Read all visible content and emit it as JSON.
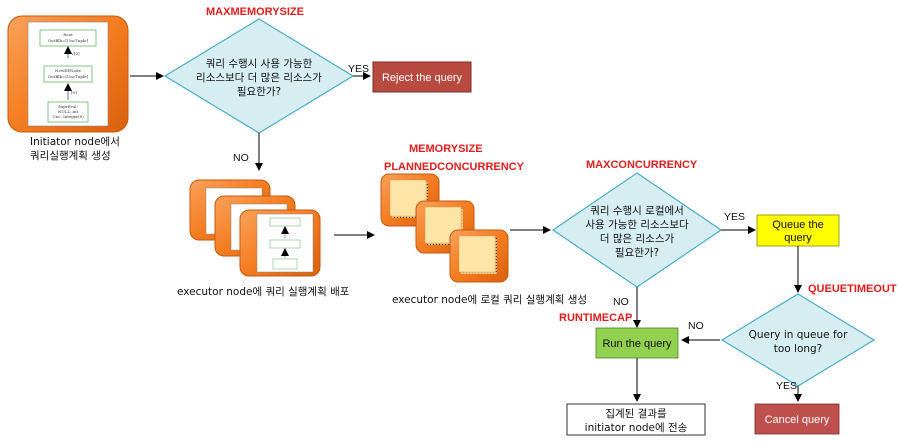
{
  "params": {
    "maxmemorysize": "MAXMEMORYSIZE",
    "memorysize": "MEMORYSIZE",
    "plannedconcurrency": "PLANNEDCONCURRENCY",
    "maxconcurrency": "MAXCONCURRENCY",
    "queuetimeout": "QUEUETIMEOUT",
    "runtimecap": "RUNTIMECAP"
  },
  "initiator": {
    "caption_line1": "Initiator node에서",
    "caption_line2": "쿼리실행계획 생성",
    "plan": {
      "root": "Root",
      "root_sub": "OutBlk=[UncTuple]",
      "v1": "V[0]",
      "newee": "NewEENode",
      "newee_sub": "OutBlk=[UncTuple]",
      "v2": "[0]",
      "expr": "ExprEval:",
      "expr_sub1": "NULL::int",
      "expr_sub2": "Unc: Integer(8)"
    }
  },
  "decision1": {
    "line1": "쿼리 수행시 사용 가능한",
    "line2": "리소스보다 더 많은 리소스가",
    "line3": "필요한가?"
  },
  "reject": {
    "label": "Reject the query"
  },
  "distribute_caption": "executor node에 쿼리 실행계획 배포",
  "generate_caption": "executor node에 로컬 쿼리 실행계획 생성",
  "decision2": {
    "line1": "쿼리 수행시 로컬에서",
    "line2": "사용 가능한 리소스보다",
    "line3": "더 많은 리소스가",
    "line4": "필요한가?"
  },
  "queue": {
    "line1": "Queue the",
    "line2": "query"
  },
  "decision3": {
    "line1": "Query in queue for",
    "line2": "too long?"
  },
  "run": {
    "label": "Run the query"
  },
  "cancel": {
    "label": "Cancel query"
  },
  "result": {
    "line1": "집계된 결과를",
    "line2": "initiator node에 전송"
  },
  "yes": "YES",
  "no": "NO",
  "colors": {
    "orange": "#f47c20",
    "reject_fill": "#b84a3f",
    "cancel_fill": "#c0504d",
    "run_fill": "#92d050",
    "queue_fill": "#ffff00",
    "diamond_fill": "#d6eef2",
    "diamond_stroke": "#4aacc6",
    "param_red": "#e11d1d"
  }
}
